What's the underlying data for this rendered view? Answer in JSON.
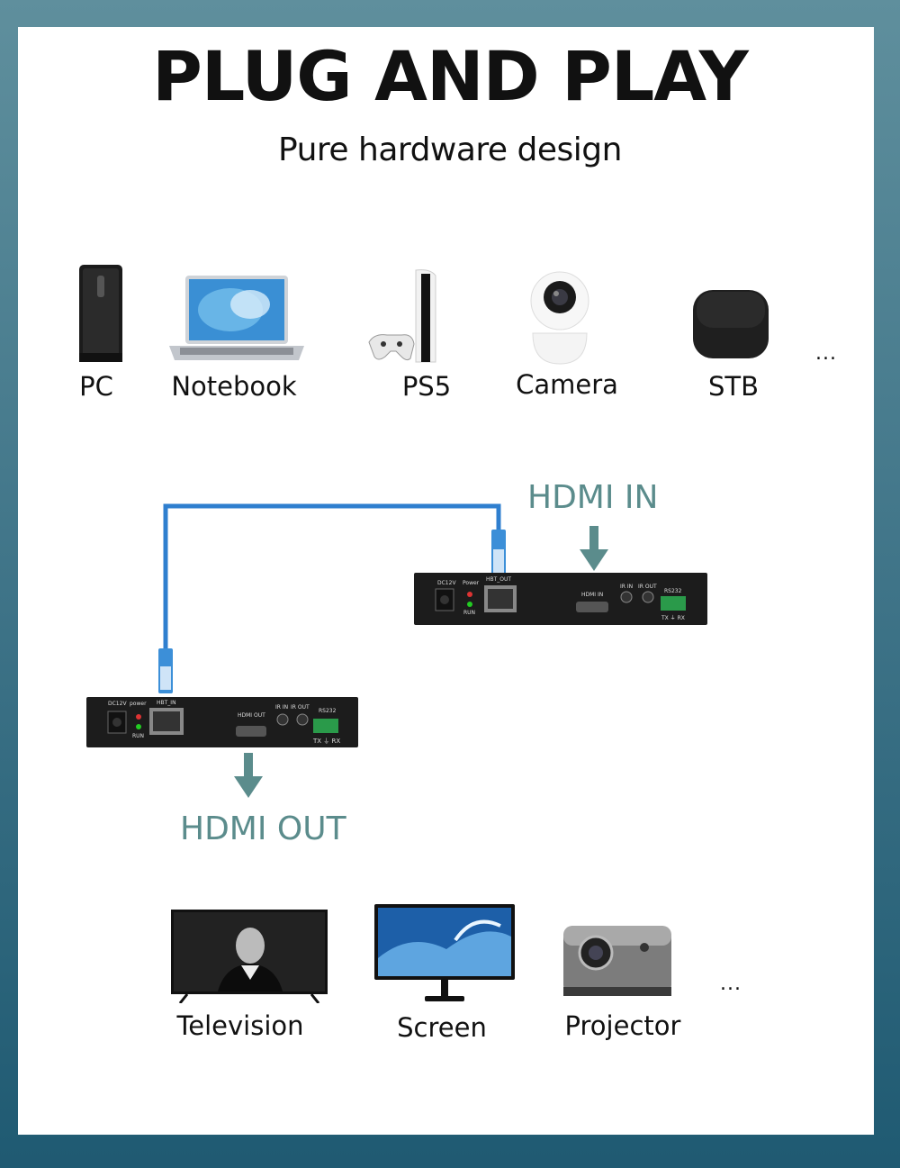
{
  "header": {
    "title": "PLUG AND PLAY",
    "subtitle": "Pure hardware design"
  },
  "sources": [
    {
      "label": "PC",
      "icon": "pc-tower-icon"
    },
    {
      "label": "Notebook",
      "icon": "laptop-icon"
    },
    {
      "label": "PS5",
      "icon": "game-console-icon"
    },
    {
      "label": "Camera",
      "icon": "security-camera-icon"
    },
    {
      "label": "STB",
      "icon": "set-top-box-icon"
    }
  ],
  "sources_more": "...",
  "hdmi_in": "HDMI IN",
  "hdmi_out": "HDMI OUT",
  "transmitter": {
    "dc": "DC12V",
    "power": "Power",
    "run": "RUN",
    "port": "HBT_OUT",
    "hdmi": "HDMI IN",
    "ir_in": "IR IN",
    "ir_out": "IR OUT",
    "rs232": "RS232",
    "txrx": "TX ⏚ RX"
  },
  "receiver": {
    "dc": "DC12V",
    "power": "power",
    "run": "RUN",
    "port": "HBT_IN",
    "hdmi": "HDMI OUT",
    "ir_in": "IR IN",
    "ir_out": "IR OUT",
    "rs232": "RS232",
    "txrx": "TX ⏚ RX"
  },
  "displays": [
    {
      "label": "Television",
      "icon": "television-icon"
    },
    {
      "label": "Screen",
      "icon": "monitor-icon"
    },
    {
      "label": "Projector",
      "icon": "projector-icon"
    }
  ],
  "displays_more": "...",
  "colors": {
    "accent": "#5b8c8c",
    "cable": "#2f7fcf",
    "frame": "#3f7488"
  }
}
